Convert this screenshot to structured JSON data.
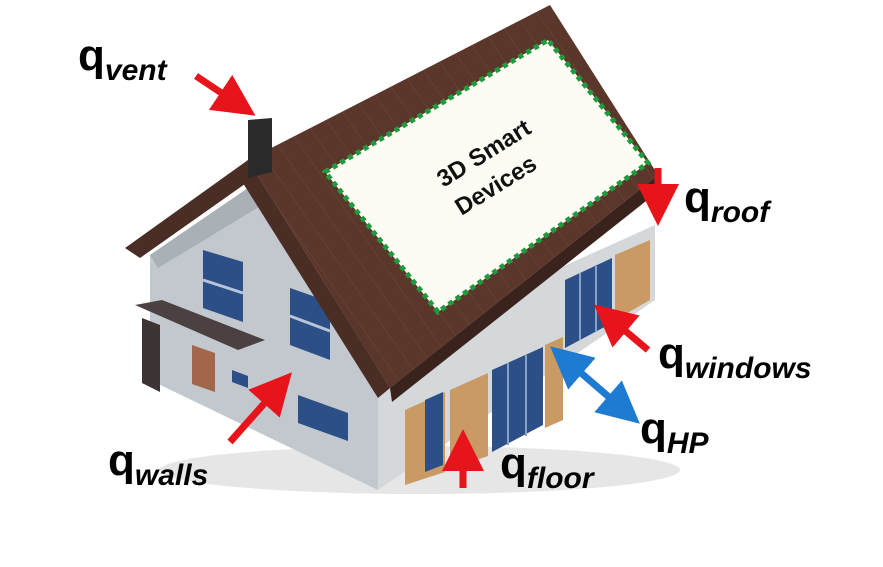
{
  "panel": {
    "line1": "3D Smart",
    "line2": "Devices"
  },
  "labels": {
    "vent": {
      "main": "q",
      "sub": "vent"
    },
    "roof": {
      "main": "q",
      "sub": "roof"
    },
    "windows": {
      "main": "q",
      "sub": "windows"
    },
    "hp": {
      "main": "q",
      "sub": "HP"
    },
    "floor": {
      "main": "q",
      "sub": "floor"
    },
    "walls": {
      "main": "q",
      "sub": "walls"
    }
  },
  "colors": {
    "heat_arrow": "#e8141b",
    "heat_pump_arrow": "#1f7bd1",
    "roof": "#5a362b",
    "wall": "#b8bec4",
    "wall_light": "#d8dcdf",
    "window": "#2d4f87",
    "wood": "#c99a63",
    "panel_border": "#1f9a3d",
    "panel_fill": "#fcfcf4"
  }
}
